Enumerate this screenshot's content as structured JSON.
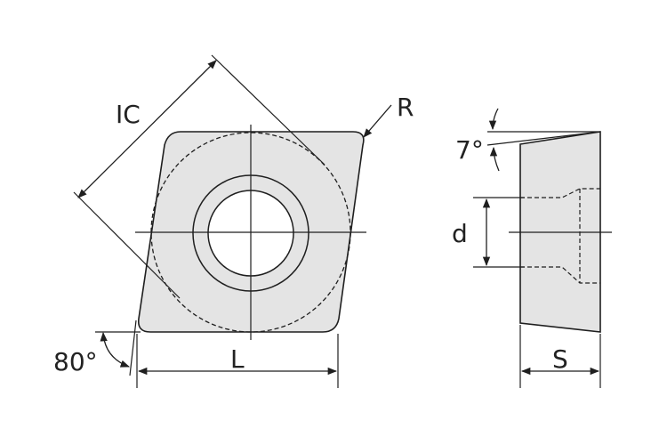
{
  "labels": {
    "ic": "IC",
    "radius": "R",
    "angle_80": "80°",
    "length": "L",
    "angle_7": "7°",
    "diameter": "d",
    "thickness": "S"
  },
  "colors": {
    "line": "#1f1f1f",
    "fill": "#e4e4e4",
    "background": "#ffffff"
  }
}
